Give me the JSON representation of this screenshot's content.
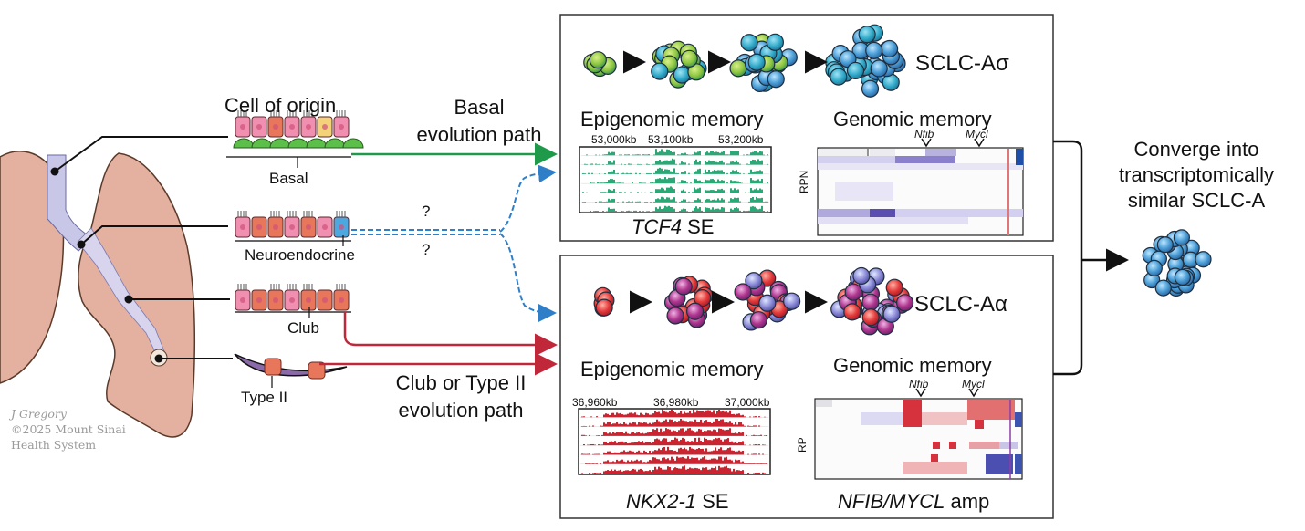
{
  "left": {
    "cell_of_origin_title": "Cell of origin",
    "cells": [
      {
        "name": "Basal",
        "color": "#4caf50"
      },
      {
        "name": "Neuroendocrine",
        "color": "#2a8fd0"
      },
      {
        "name": "Club",
        "color": "#e8765a"
      },
      {
        "name": "Type II",
        "color": "#d9534f"
      }
    ],
    "credit": {
      "author": "J Gregory",
      "copyright": "©2025 Mount Sinai",
      "org": "Health System"
    }
  },
  "paths": {
    "basal_line1": "Basal",
    "basal_line2": "evolution path",
    "question_top": "?",
    "question_bottom": "?",
    "club_line1": "Club or Type II",
    "club_line2": "evolution path",
    "colors": {
      "basal": "#1e9a4a",
      "neuroendocrine": "#2f7fc8",
      "club": "#c0283a"
    }
  },
  "panel_top": {
    "subtype": "SCLC-Aσ",
    "epigenomic_title": "Epigenomic memory",
    "epigenomic_ticks": [
      "53,000kb",
      "53,100kb",
      "53,200kb"
    ],
    "epigenomic_caption_gene": "TCF4",
    "epigenomic_caption_suffix": " SE",
    "genomic_title": "Genomic memory",
    "genomic_markers": [
      "Nfib",
      "Mycl"
    ],
    "genomic_ylabel": "RPN",
    "track_color": "#2aa876"
  },
  "panel_bottom": {
    "subtype": "SCLC-Aα",
    "epigenomic_title": "Epigenomic memory",
    "epigenomic_ticks": [
      "36,960kb",
      "36,980kb",
      "37,000kb"
    ],
    "epigenomic_caption_gene": "NKX2-1",
    "epigenomic_caption_suffix": " SE",
    "genomic_title": "Genomic memory",
    "genomic_markers": [
      "Nfib",
      "Mycl"
    ],
    "genomic_ylabel": "RP",
    "genomic_caption_gene": "NFIB/MYCL",
    "genomic_caption_suffix": " amp",
    "track_color": "#c9242f"
  },
  "right": {
    "line1": "Converge into",
    "line2": "transcriptomically",
    "line3": "similar SCLC-A"
  }
}
